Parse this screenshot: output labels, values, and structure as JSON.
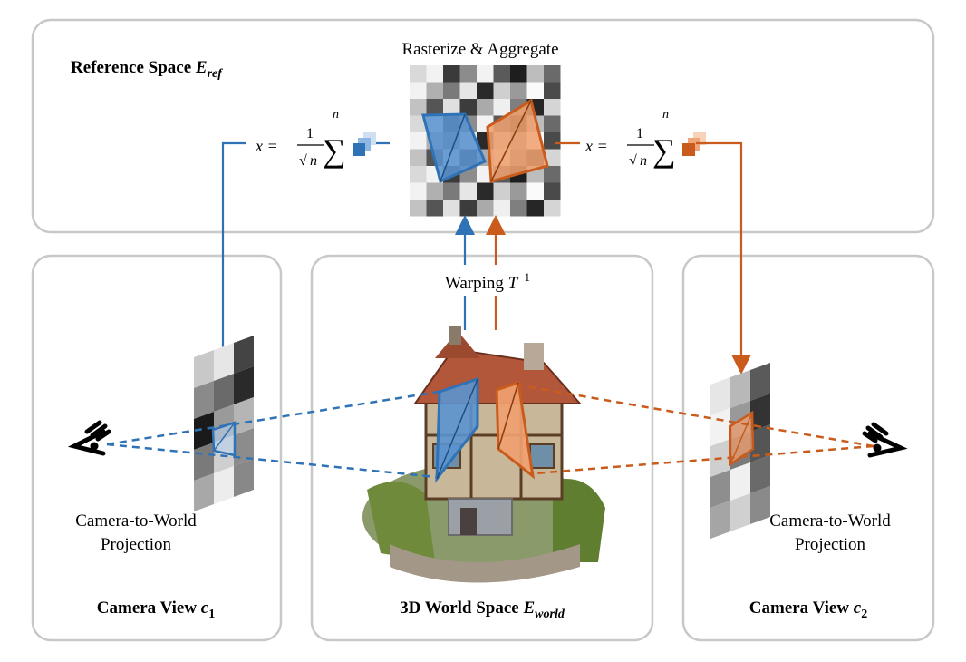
{
  "panels": {
    "reference": {
      "title": "Reference Space ",
      "symbol": "E",
      "subscript": "ref"
    },
    "camera1": {
      "title": "Camera View ",
      "symbol": "c",
      "subscript": "1",
      "caption_line1": "Camera-to-World",
      "caption_line2": "Projection"
    },
    "world": {
      "title": "3D World Space ",
      "symbol": "E",
      "subscript": "world"
    },
    "camera2": {
      "title": "Camera View ",
      "symbol": "c",
      "subscript": "2",
      "caption_line1": "Camera-to-World",
      "caption_line2": "Projection"
    }
  },
  "top_label": "Rasterize & Aggregate",
  "warping": {
    "label": "Warping ",
    "symbol": "T",
    "superscript": "−1"
  },
  "formula": {
    "lhs": "x = ",
    "numerator": "1",
    "denominator": "n",
    "sqrt": "√",
    "sigma": "∑",
    "upper": "n"
  },
  "colors": {
    "blue": "#2f72b5",
    "blue_fill": "#5b93cf",
    "orange": "#c95c1c",
    "orange_fill": "#f0a070",
    "panel_border": "#c8c8c8"
  },
  "icons": [
    "eye-icon-left",
    "eye-icon-right",
    "house-scene-image"
  ]
}
